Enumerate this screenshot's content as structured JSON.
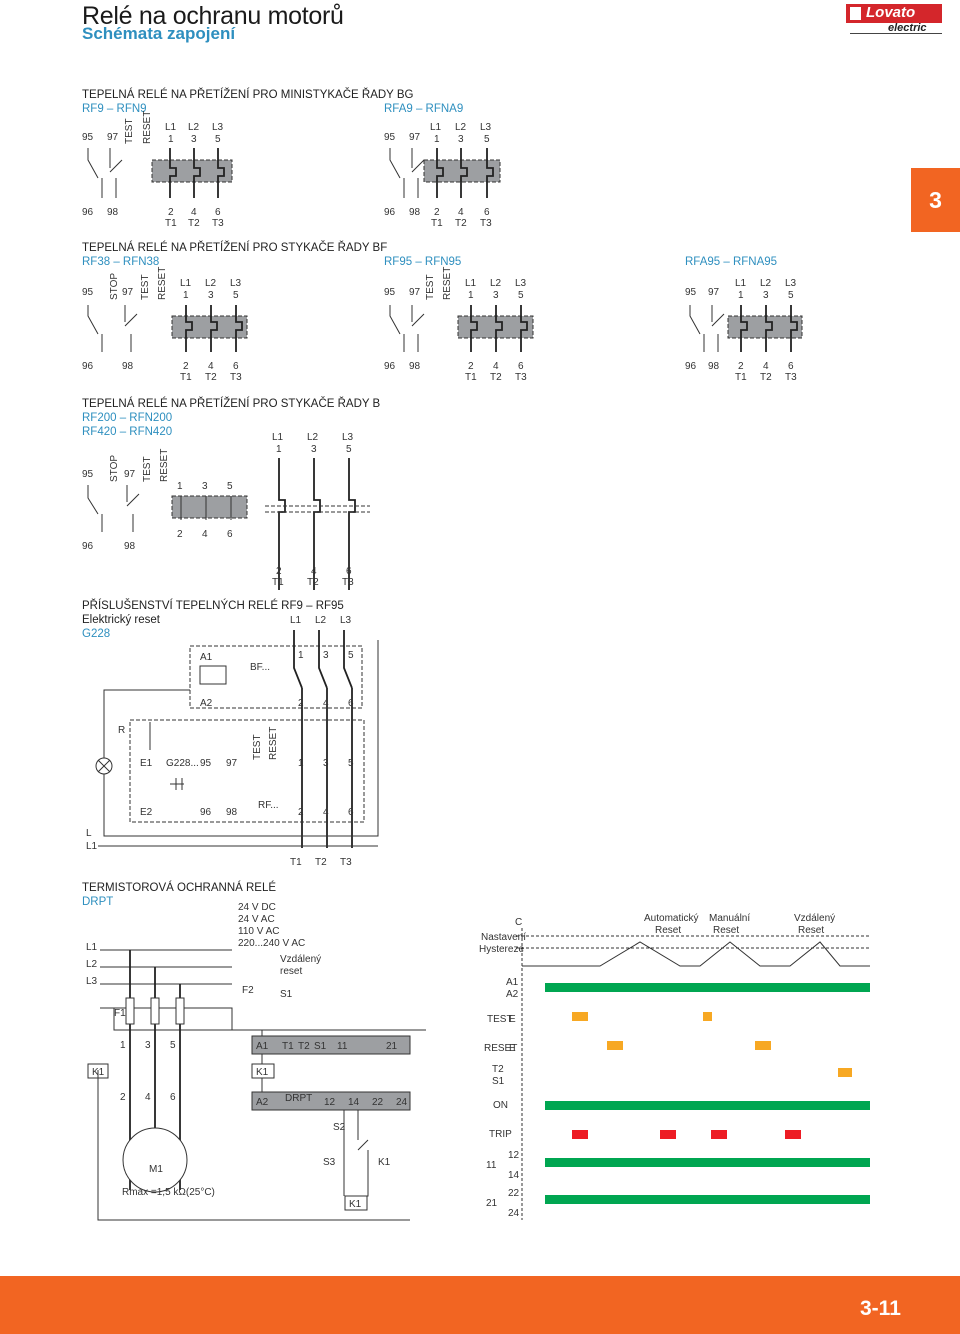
{
  "header": {
    "title": "Relé na ochranu motorů",
    "subtitle": "Schémata zapojení",
    "logo_main": "Lovato",
    "logo_sub": "electric"
  },
  "side_tab": "3",
  "page_number": "3-11",
  "sections": {
    "s1": {
      "title": "TEPELNÁ RELÉ NA PŘETÍŽENÍ PRO MINISTYKAČE ŘADY BG",
      "left": "RF9 – RFN9",
      "right": "RFA9 – RFNA9"
    },
    "s2": {
      "title": "TEPELNÁ RELÉ NA PŘETÍŽENÍ PRO STYKAČE ŘADY BF",
      "a": "RF38 – RFN38",
      "b": "RF95 – RFN95",
      "c": "RFA95 – RFNA95"
    },
    "s3": {
      "title": "TEPELNÁ RELÉ NA PŘETÍŽENÍ PRO STYKAČE ŘADY B",
      "a": "RF200 – RFN200",
      "b": "RF420 – RFN420"
    },
    "s4": {
      "title": "PŘÍSLUŠENSTVÍ TEPELNÝCH RELÉ RF9 – RF95",
      "sub": "Elektrický reset",
      "code": "G228"
    },
    "s5": {
      "title": "TERMISTOROVÁ OCHRANNÁ RELÉ",
      "code": "DRPT"
    }
  },
  "labels": {
    "L1": "L1",
    "L2": "L2",
    "L3": "L3",
    "L": "L",
    "n1": "1",
    "n2": "2",
    "n3": "3",
    "n4": "4",
    "n5": "5",
    "n6": "6",
    "n11": "11",
    "n12": "12",
    "n14": "14",
    "n21": "21",
    "n22": "22",
    "n24": "24",
    "n95": "95",
    "n96": "96",
    "n97": "97",
    "n98": "98",
    "T1": "T1",
    "T2": "T2",
    "T3": "T3",
    "TEST": "TEST",
    "RESET": "RESET",
    "STOP": "STOP",
    "A1": "A1",
    "A2": "A2",
    "BF": "BF...",
    "RF": "RF...",
    "R": "R",
    "E1": "E1",
    "E2": "E2",
    "G228x": "G228...",
    "F1": "F1",
    "F2": "F2",
    "S1": "S1",
    "S2": "S2",
    "S3": "S3",
    "K1": "K1",
    "M1": "M1",
    "DRPT": "DRPT",
    "rmax": "Rmax =1,5 kΩ(25°C)",
    "v1": "24 V DC",
    "v2": "24 V AC",
    "v3": "110 V AC",
    "v4": "220...240 V AC",
    "remote": "Vzdálený",
    "reset": "reset",
    "C": "C",
    "nast": "Nastavení",
    "hyst": "Hystereze",
    "auto": "Automatický",
    "man": "Manuální",
    "vzd": "Vzdálený",
    "Reset": "Reset",
    "ON": "ON",
    "TRIP": "TRIP",
    "E": "E"
  },
  "colors": {
    "orange": "#f26522",
    "blue": "#2e8fbf",
    "grey": "#9d9fa2",
    "green": "#00a651",
    "yellow": "#f7a823",
    "red": "#ed1c24",
    "logo_red": "#d4262b"
  }
}
